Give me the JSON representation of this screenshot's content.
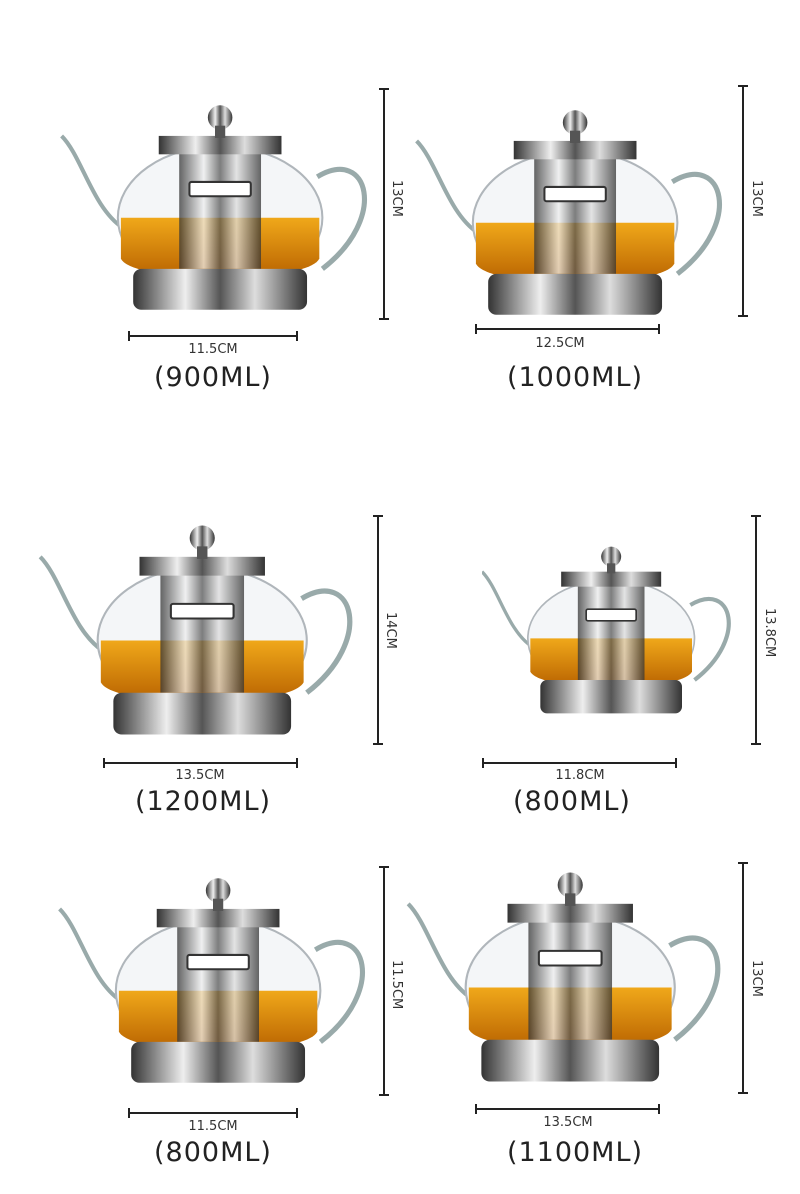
{
  "products": [
    {
      "width": "11.5CM",
      "height": "13CM",
      "capacity": "(900ML)"
    },
    {
      "width": "12.5CM",
      "height": "13CM",
      "capacity": "(1000ML)"
    },
    {
      "width": "13.5CM",
      "height": "14CM",
      "capacity": "(1200ML)"
    },
    {
      "width": "11.8CM",
      "height": "13.8CM",
      "capacity": "(800ML)"
    },
    {
      "width": "11.5CM",
      "height": "11.5CM",
      "capacity": "(800ML)"
    },
    {
      "width": "13.5CM",
      "height": "13CM",
      "capacity": "(1100ML)"
    }
  ],
  "colors": {
    "tea": "#d98a0a",
    "steel": "#7a7a7a",
    "glass": "#c8ccd0"
  }
}
